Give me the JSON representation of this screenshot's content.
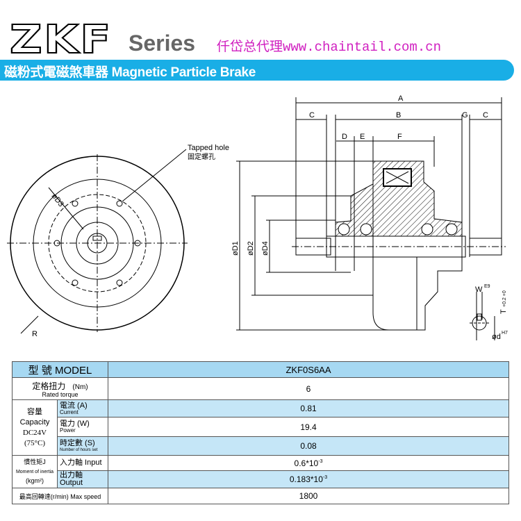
{
  "header": {
    "logo": "ZKF",
    "series": "Series",
    "agent_text": "仟岱总代理www.chaintail.com.cn",
    "banner": "磁粉式電磁煞車器 Magnetic Particle Brake",
    "banner_color": "#19aee6"
  },
  "drawing": {
    "tapped_hole": "Tapped hole",
    "tapped_hole_zh": "固定螺孔",
    "d3": "øD3",
    "r": "R",
    "a": "A",
    "b": "B",
    "c": "C",
    "d": "D",
    "e": "E",
    "f": "F",
    "g": "G",
    "d1": "øD1",
    "d2": "øD2",
    "d4": "øD4",
    "w": "W",
    "w_tol": "E9",
    "t": "T",
    "t_tol": "+0.2 +0",
    "dd": "ød",
    "dd_tol": "H7"
  },
  "table": {
    "model_label": "型 號 MODEL",
    "model": "ZKF0S6AA",
    "torque_zh": "定格扭力",
    "torque_unit": "(Nm)",
    "torque_en": "Rated torque",
    "torque": "6",
    "cap_zh": "容量",
    "cap_en": "Capacity",
    "cap_v": "DC24V",
    "cap_t": "(75°C)",
    "current_zh": "電流 (A)",
    "current_en": "Current",
    "current": "0.81",
    "power_zh": "電力 (W)",
    "power_en": "Power",
    "power": "19.4",
    "hours_zh": "時定數 (S)",
    "hours_en": "Number of hours set",
    "hours": "0.08",
    "inertia_zh": "慣性矩J",
    "inertia_en": "Moment of inertia",
    "inertia_unit": "(kgm²)",
    "input_label": "入力軸 Input",
    "input_base": "0.6*10",
    "input_exp": "-3",
    "output_label": "出力軸 Output",
    "output_base": "0.183*10",
    "output_exp": "-3",
    "speed_label": "最高回轉速(r/min)  Max speed",
    "speed": "1800"
  }
}
